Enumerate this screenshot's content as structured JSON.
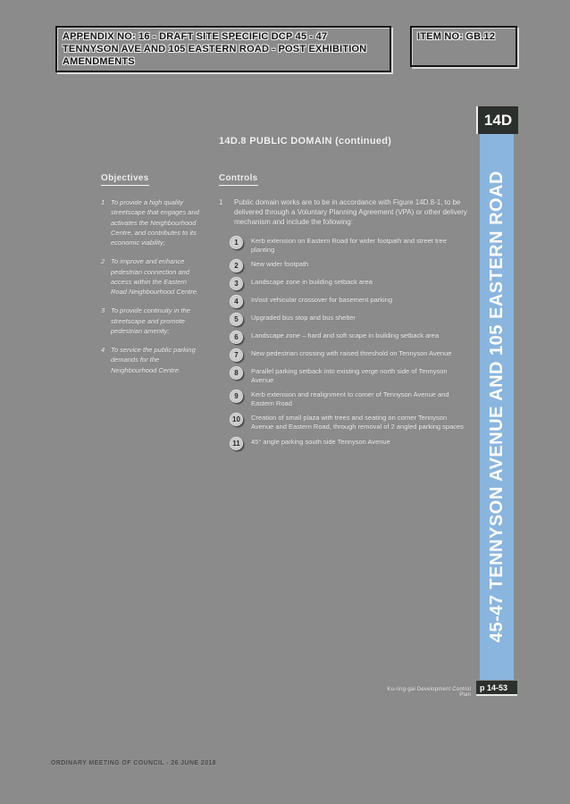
{
  "header": {
    "appendix_title": "APPENDIX NO: 16 - DRAFT SITE SPECIFIC DCP 45 - 47 TENNYSON AVE AND 105 EASTERN ROAD - POST EXHIBITION AMENDMENTS",
    "item_no": "ITEM NO: GB.12"
  },
  "sidebar": {
    "tab": "14D",
    "title": "45-47 TENNYSON AVENUE AND 105 EASTERN ROAD",
    "page_no": "p 14-53",
    "doc_name": "Ku-ring-gai Development Control Plan"
  },
  "section": {
    "title": "14D.8 PUBLIC DOMAIN (continued)"
  },
  "objectives": {
    "heading": "Objectives",
    "items": [
      {
        "num": "1",
        "text": "To provide a high quality streetscape that engages and activates the Neighbourhood Centre, and contributes to its economic viability;"
      },
      {
        "num": "2",
        "text": "To improve and enhance pedestrian connection and access within the Eastern Road Neighbourhood Centre."
      },
      {
        "num": "3",
        "text": "To provide continuity in the streetscape and promote pedestrian amenity;"
      },
      {
        "num": "4",
        "text": "To service the public parking demands for the Neighbourhood Centre."
      }
    ]
  },
  "controls": {
    "heading": "Controls",
    "intro_number": "1",
    "intro": "Public domain works are to be in accordance with Figure 14D.8-1, to be delivered through a Voluntary Planning Agreement (VPA) or other delivery mechanism and include the following:",
    "items": [
      {
        "num": "1",
        "text": "Kerb extension on Eastern Road for wider footpath and street tree planting"
      },
      {
        "num": "2",
        "text": "New wider footpath"
      },
      {
        "num": "3",
        "text": "Landscape zone in building setback area"
      },
      {
        "num": "4",
        "text": "In/out vehicular crossover for basement parking"
      },
      {
        "num": "5",
        "text": "Upgraded bus stop and bus shelter"
      },
      {
        "num": "6",
        "text": "Landscape zone – hard and soft scape in building setback area"
      },
      {
        "num": "7",
        "text": "New pedestrian crossing with raised threshold on Tennyson Avenue"
      },
      {
        "num": "8",
        "text": "Parallel parking setback into existing verge north side of Tennyson Avenue"
      },
      {
        "num": "9",
        "text": "Kerb extension and realignment to corner of Tennyson Avenue and Eastern Road"
      },
      {
        "num": "10",
        "text": "Creation of small plaza with trees and seating on corner Tennyson Avenue and Eastern Road, through removal of 2 angled parking spaces"
      },
      {
        "num": "11",
        "text": "45° angle parking south side Tennyson Avenue"
      }
    ]
  },
  "footer": {
    "meeting": "ORDINARY MEETING OF COUNCIL - 26 JUNE 2018"
  },
  "colors": {
    "background": "#8b8b8b",
    "sidebar_blue": "#8ab5de",
    "dark_box": "#2c302c",
    "body_text": "#f4f4f4"
  }
}
